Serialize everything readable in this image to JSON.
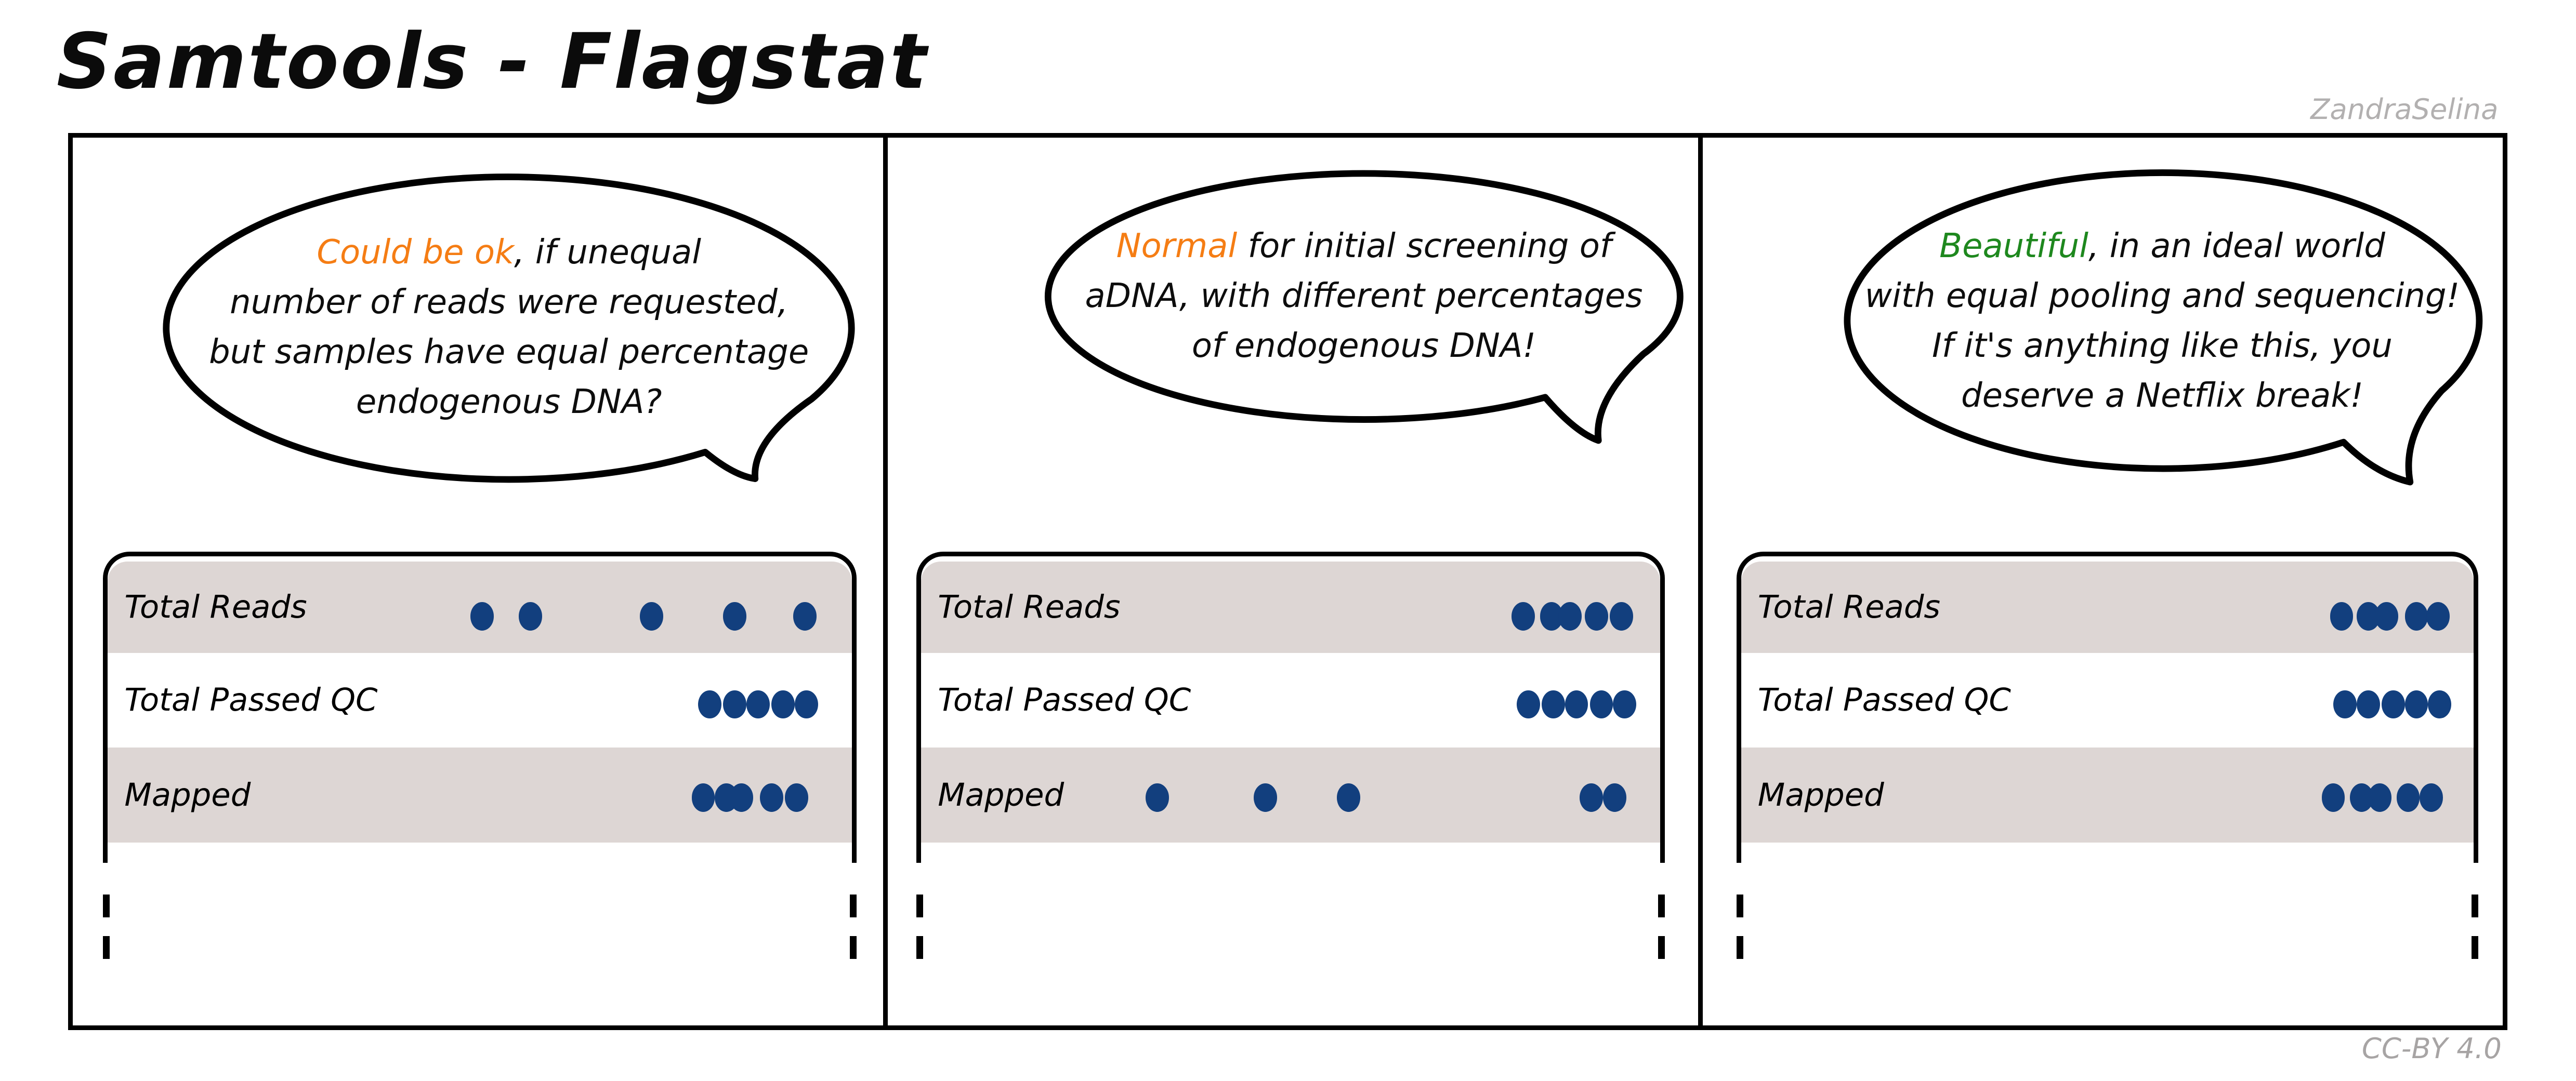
{
  "title": "Samtools - Flagstat",
  "author_watermark": "ZandraSelina",
  "license": "CC-BY 4.0",
  "colors": {
    "accent_orange": "#f57d14",
    "accent_green": "#1e881e",
    "dot_navy": "#123f7e",
    "row_beige": "#ddd6d4",
    "watermark_gray": "#b2b0b0",
    "outline_black": "#000000"
  },
  "panels": [
    {
      "bubble": {
        "highlight": "Could be ok",
        "highlight_color": "#f57d14",
        "line1_rest": ", if unequal",
        "line2": "number of reads were requested,",
        "line3": "but samples have equal percentage",
        "line4": "endogenous DNA?"
      },
      "table": {
        "rows": [
          {
            "label": "Total Reads",
            "dots_x": [
              225,
              254,
              327,
              377,
              419
            ]
          },
          {
            "label": "Total Passed QC",
            "dots_x": [
              362,
              377,
              391,
              406,
              420
            ]
          },
          {
            "label": "Mapped",
            "dots_x": [
              358,
              372,
              381,
              399,
              414
            ]
          }
        ]
      }
    },
    {
      "bubble": {
        "highlight": "Normal",
        "highlight_color": "#f57d14",
        "line1_rest": " for initial screening of",
        "line2": "aDNA, with different percentages",
        "line3": "of endogenous DNA!"
      },
      "table": {
        "rows": [
          {
            "label": "Total Reads",
            "dots_x": [
              362,
              379,
              390,
              406,
              421
            ]
          },
          {
            "label": "Total Passed QC",
            "dots_x": [
              365,
              380,
              394,
              409,
              423
            ]
          },
          {
            "label": "Mapped",
            "dots_x": [
              142,
              207,
              257,
              403,
              417
            ]
          }
        ]
      }
    },
    {
      "bubble": {
        "highlight": "Beautiful",
        "highlight_color": "#1e881e",
        "line1_rest": ", in an ideal world",
        "line2": "with equal pooling and sequencing!",
        "line3": "If it's anything like this, you",
        "line4": "deserve a Netflix break!"
      },
      "table": {
        "rows": [
          {
            "label": "Total Reads",
            "dots_x": [
              361,
              377,
              388,
              406,
              419
            ]
          },
          {
            "label": "Total Passed QC",
            "dots_x": [
              363,
              377,
              392,
              406,
              420
            ]
          },
          {
            "label": "Mapped",
            "dots_x": [
              356,
              373,
              384,
              401,
              415
            ]
          }
        ]
      }
    }
  ]
}
